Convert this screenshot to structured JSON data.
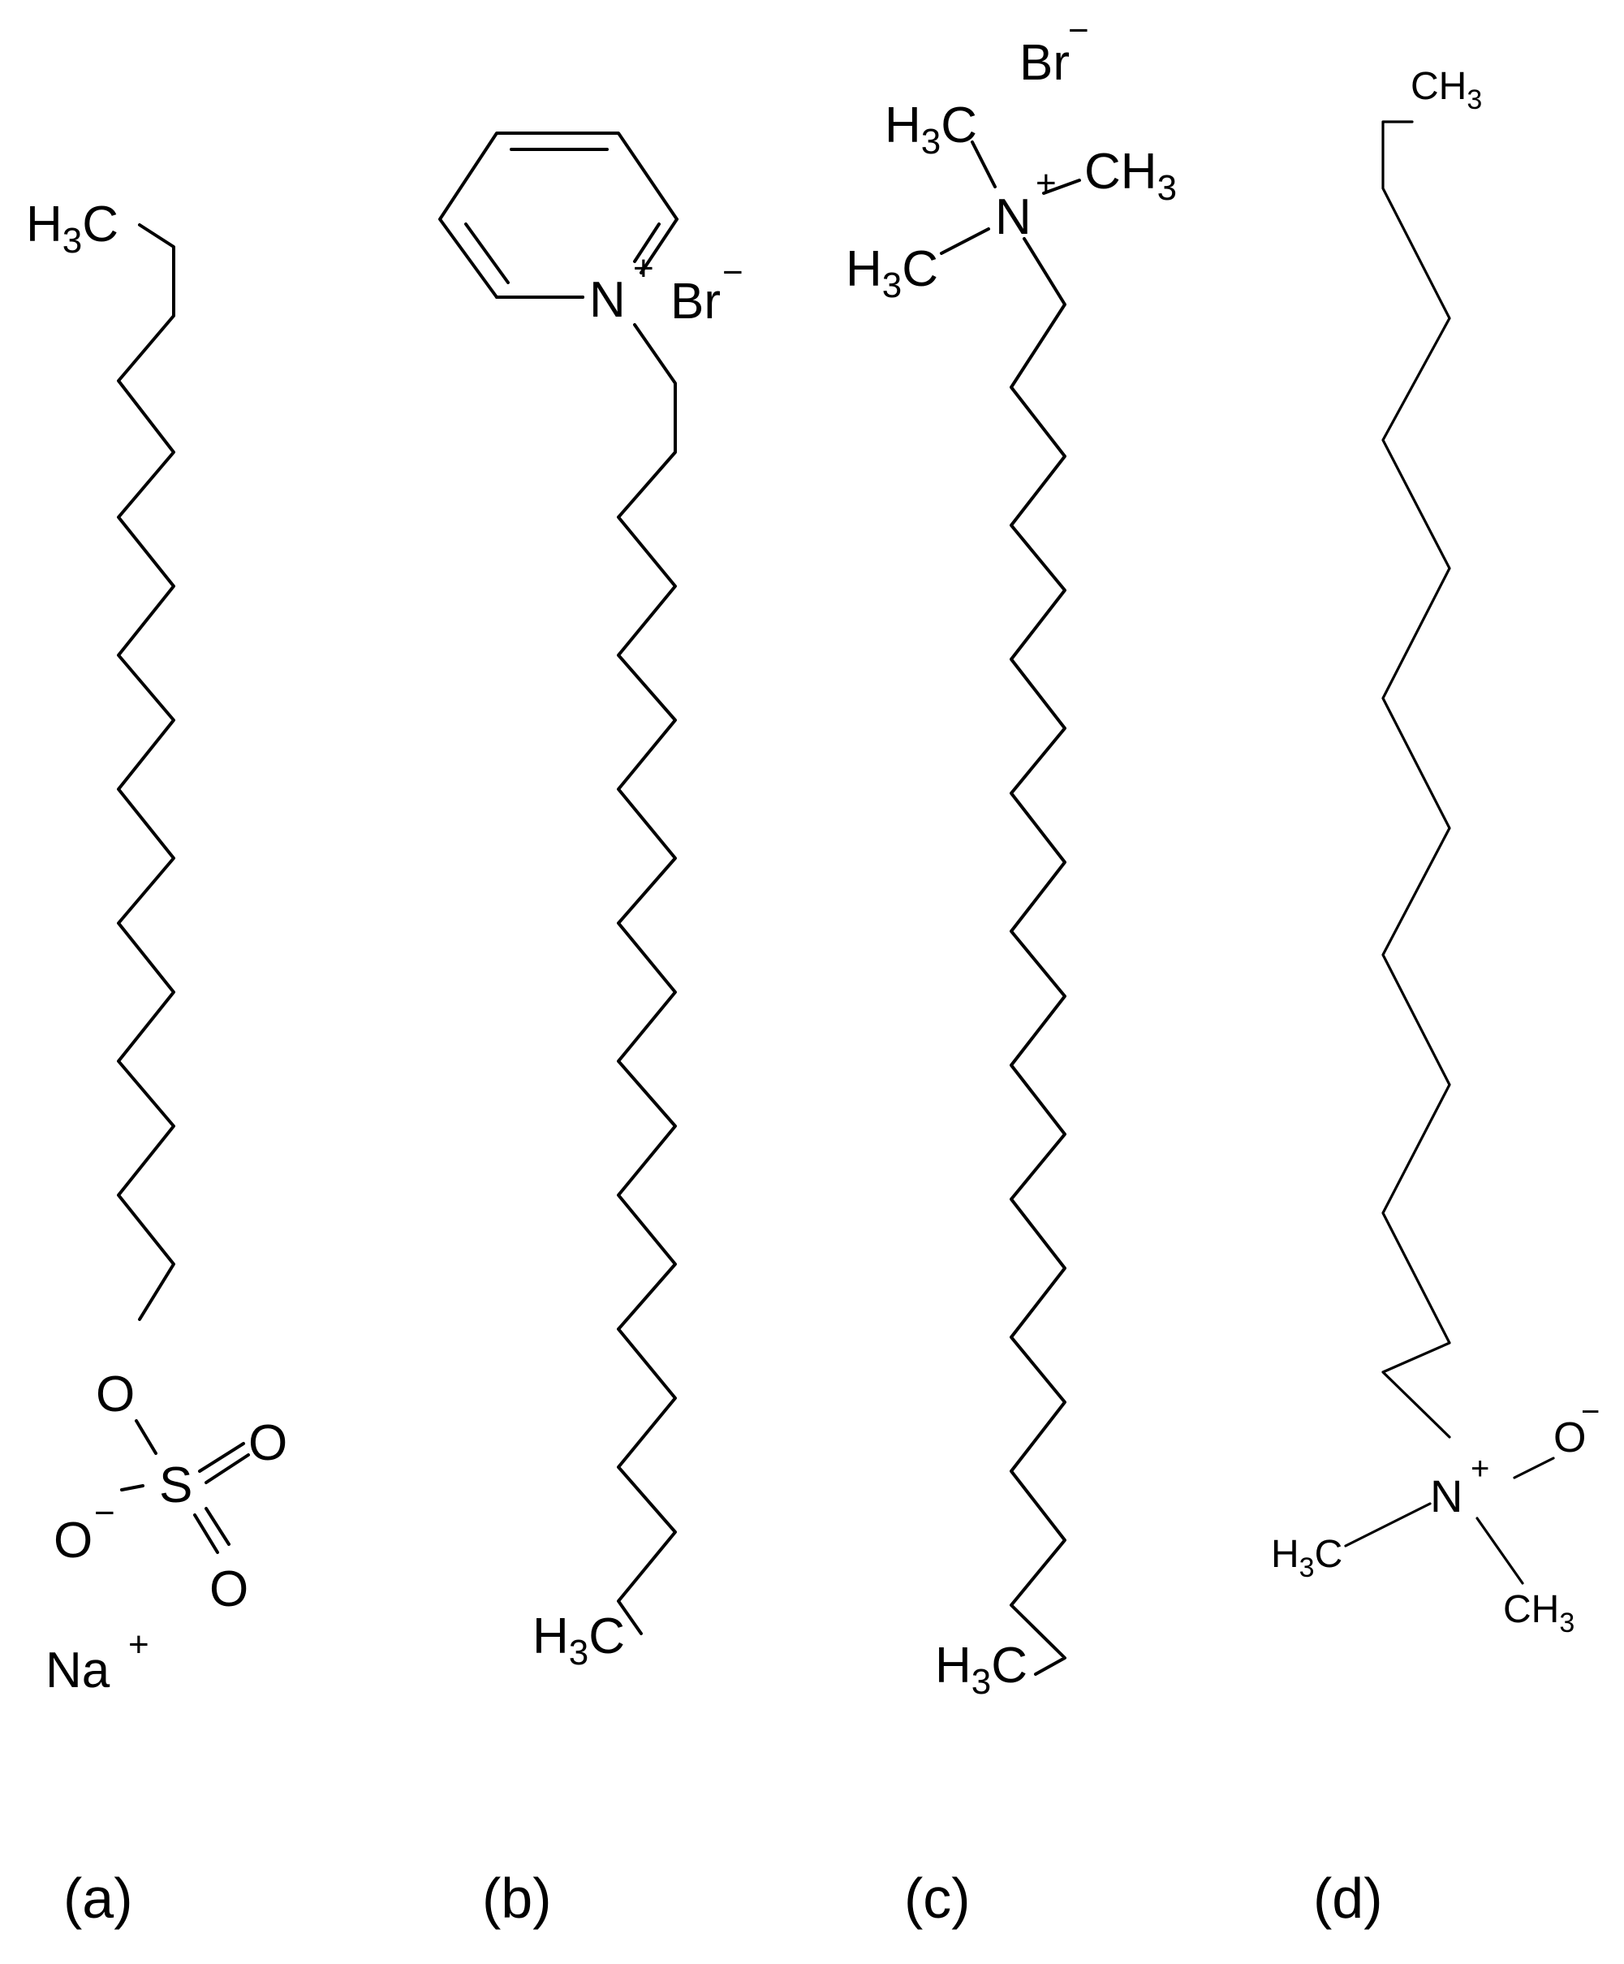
{
  "panels": [
    {
      "id": "a",
      "label": "(a)",
      "atoms": {
        "methyl_top": {
          "main": "H",
          "sub": "3",
          "tail": "C"
        },
        "ester_o": "O",
        "sulfur": "S",
        "oxo_1": "O",
        "oxo_2": "O",
        "anion_o": "O",
        "anion_charge": "−",
        "counter_ion": "Na",
        "counter_charge": "+"
      }
    },
    {
      "id": "b",
      "label": "(b)",
      "atoms": {
        "ring_n": "N",
        "ring_n_charge": "+",
        "bromide": "Br",
        "bromide_charge": "−",
        "methyl_bottom": {
          "main": "H",
          "sub": "3",
          "tail": "C"
        }
      }
    },
    {
      "id": "c",
      "label": "(c)",
      "atoms": {
        "bromide": "Br",
        "bromide_charge": "−",
        "methyl_left_top": {
          "main": "H",
          "sub": "3",
          "tail": "C"
        },
        "methyl_right": {
          "main": "CH",
          "sub": "3"
        },
        "methyl_left_bottom": {
          "main": "H",
          "sub": "3",
          "tail": "C"
        },
        "quat_n": "N",
        "quat_n_charge": "+",
        "methyl_bottom": {
          "main": "H",
          "sub": "3",
          "tail": "C"
        }
      }
    },
    {
      "id": "d",
      "label": "(d)",
      "atoms": {
        "methyl_top": {
          "main": "CH",
          "sub": "3"
        },
        "amine_n": "N",
        "amine_n_charge": "+",
        "oxide_o": "O",
        "oxide_charge": "−",
        "methyl_left": {
          "main": "H",
          "sub": "3",
          "tail": "C"
        },
        "methyl_right": {
          "main": "CH",
          "sub": "3"
        }
      }
    }
  ]
}
